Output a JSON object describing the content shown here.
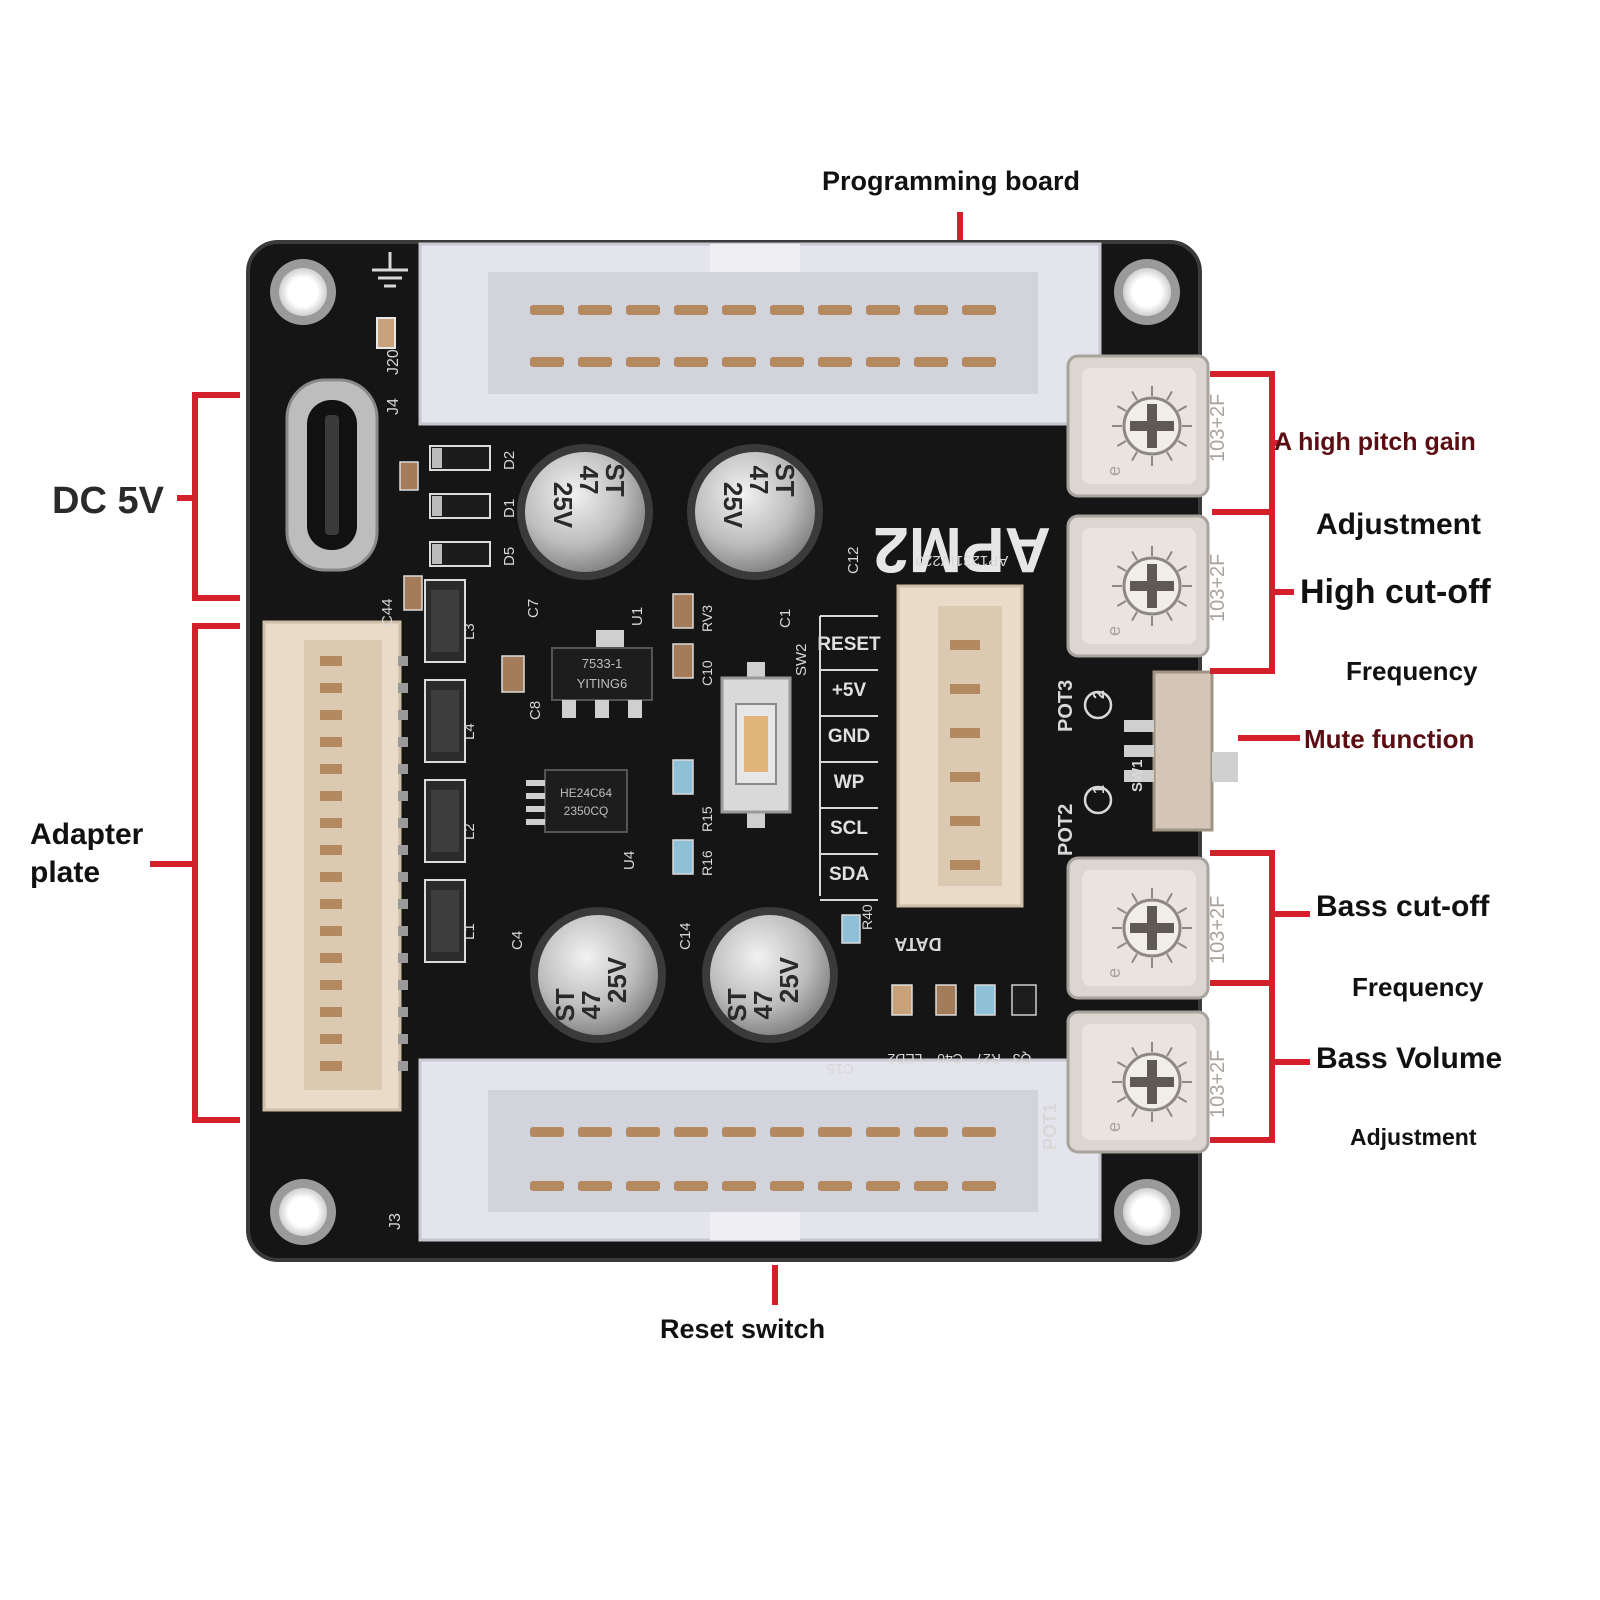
{
  "callouts": {
    "programming_board": "Programming board",
    "dc_5v": "DC 5V",
    "adapter_plate_line1": "Adapter",
    "adapter_plate_line2": "plate",
    "high_pitch_gain": "A high pitch gain",
    "adjustment_1": "Adjustment",
    "high_cutoff": "High cut-off",
    "frequency_1": "Frequency",
    "mute_function": "Mute function",
    "bass_cutoff": "Bass cut-off",
    "frequency_2": "Frequency",
    "bass_volume": "Bass Volume",
    "adjustment_2": "Adjustment",
    "reset_switch": "Reset switch"
  },
  "board": {
    "model": "APM2",
    "revision": "AP1231IV220",
    "usb_ref": "J4",
    "usb_ref_top": "J20",
    "pin_labels": [
      "RESET",
      "+5V",
      "GND",
      "WP",
      "SCL",
      "SDA"
    ],
    "data_label": "DATA",
    "capacitor_text": [
      "ST",
      "47",
      "25V"
    ],
    "regulator_marking": [
      "7533-1",
      "YITING6"
    ],
    "eeprom_marking": [
      "HE24C64",
      "2350CQ"
    ],
    "pot_marking": "103+2F",
    "pot_labels": [
      "POT3",
      "POT2",
      "POT1"
    ],
    "pot_numbers": [
      "2",
      "1"
    ],
    "switch_label": "SW1",
    "button_label": "SW2",
    "connector_refs": [
      "J3"
    ],
    "component_refs": [
      "D2",
      "D1",
      "D5",
      "C44",
      "L3",
      "L4",
      "L2",
      "L1",
      "C8",
      "C7",
      "U1",
      "C10",
      "RV3",
      "C1",
      "C12",
      "R15",
      "R16",
      "U4",
      "C4",
      "C14",
      "C15",
      "LED2",
      "C40",
      "R40",
      "R27",
      "Q3"
    ]
  },
  "colors": {
    "pcb": "#141414",
    "connector": "#e4e4ec",
    "lead_line": "#d4202a",
    "silkscreen": "#d8d8d8"
  }
}
